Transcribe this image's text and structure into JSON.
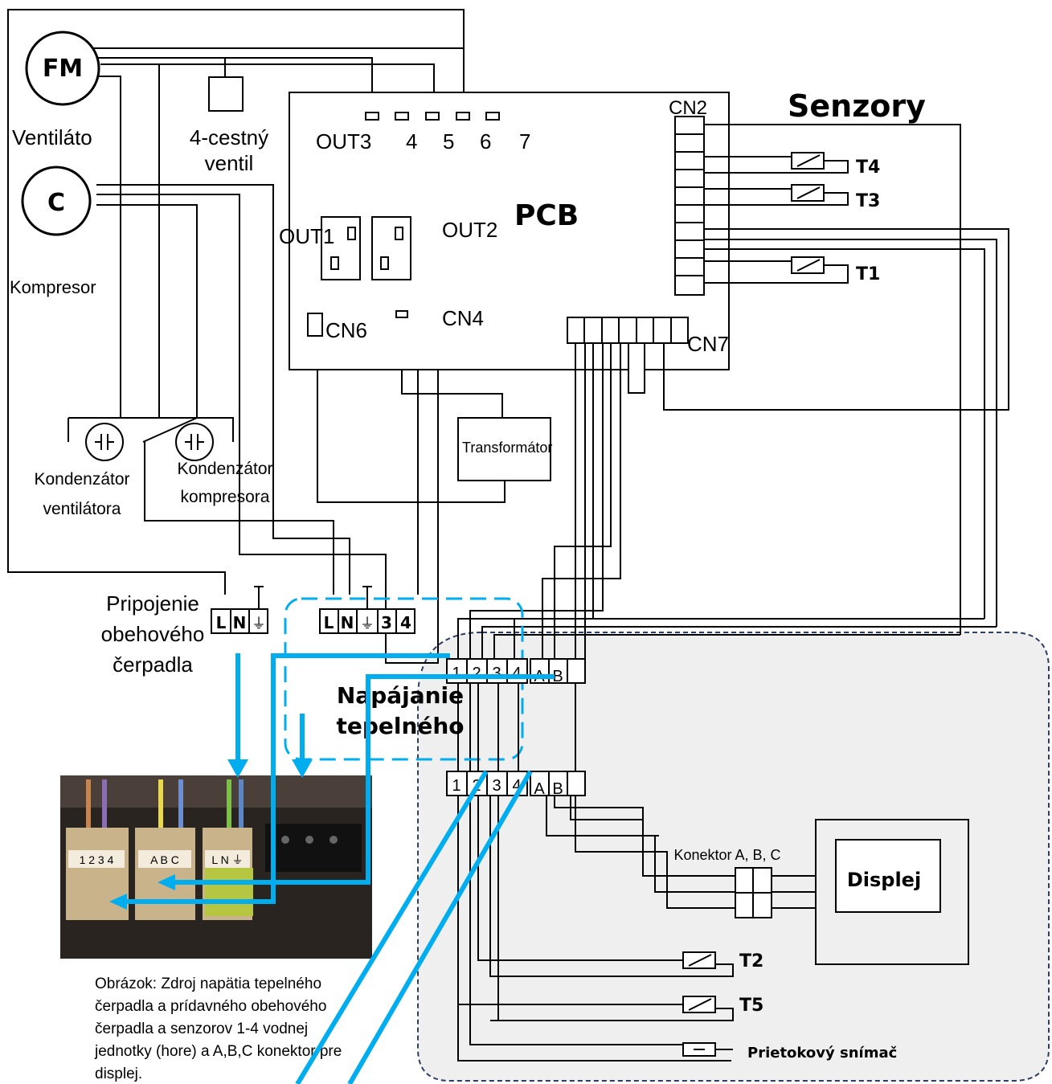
{
  "labels": {
    "fm": "FM",
    "ventilator": "Ventiláto",
    "c": "C",
    "compressor": "Kompresor",
    "valve_line1": "4-cestný",
    "valve_line2": "ventil",
    "out3": "OUT3",
    "out4": "4",
    "out5": "5",
    "out6": "6",
    "out7": "7",
    "out1": "OUT1",
    "out2": "OUT2",
    "pcb": "PCB",
    "cn2": "CN2",
    "senzory": "Senzory",
    "t4": "T4",
    "t3": "T3",
    "t1": "T1",
    "cn6": "CN6",
    "cn4": "CN4",
    "cn7": "CN7",
    "transformer": "Transformátor",
    "cap_fan_line1": "Kondenzátor",
    "cap_fan_line2": "ventilátora",
    "cap_comp_line1": "Kondenzátor",
    "cap_comp_line2": "kompresora",
    "pump_line1": "Pripojenie",
    "pump_line2": "obehového",
    "pump_line3": "čerpadla",
    "power_line1": "Napájanie",
    "power_line2": "tepelného",
    "connector_abc": "Konektor A, B, C",
    "display": "Displej",
    "t2": "T2",
    "t5": "T5",
    "flow_sensor": "Prietokový snímač"
  },
  "terminals_pump": [
    "L",
    "N",
    "⏚"
  ],
  "terminals_power": [
    "L",
    "N",
    "⏚",
    "3",
    "4"
  ],
  "terminals_water_top": [
    "1",
    "2",
    "3",
    "4",
    "A",
    "B"
  ],
  "terminals_water_bottom": [
    "1",
    "2",
    "3",
    "4",
    "A",
    "B"
  ],
  "photo_labels": [
    "1 2 3 4",
    "A B C",
    "L N ⏚"
  ],
  "caption": [
    "Obrázok: Zdroj napätia tepelného",
    "čerpadla a prídavného obehového",
    "čerpadla a senzorov 1-4 vodnej",
    "jednotky (hore) a A,B,C konektor pre",
    "displej."
  ],
  "colors": {
    "arrow": "#00aeef",
    "panel": "#efefef",
    "panel_border": "#2c3e66"
  }
}
